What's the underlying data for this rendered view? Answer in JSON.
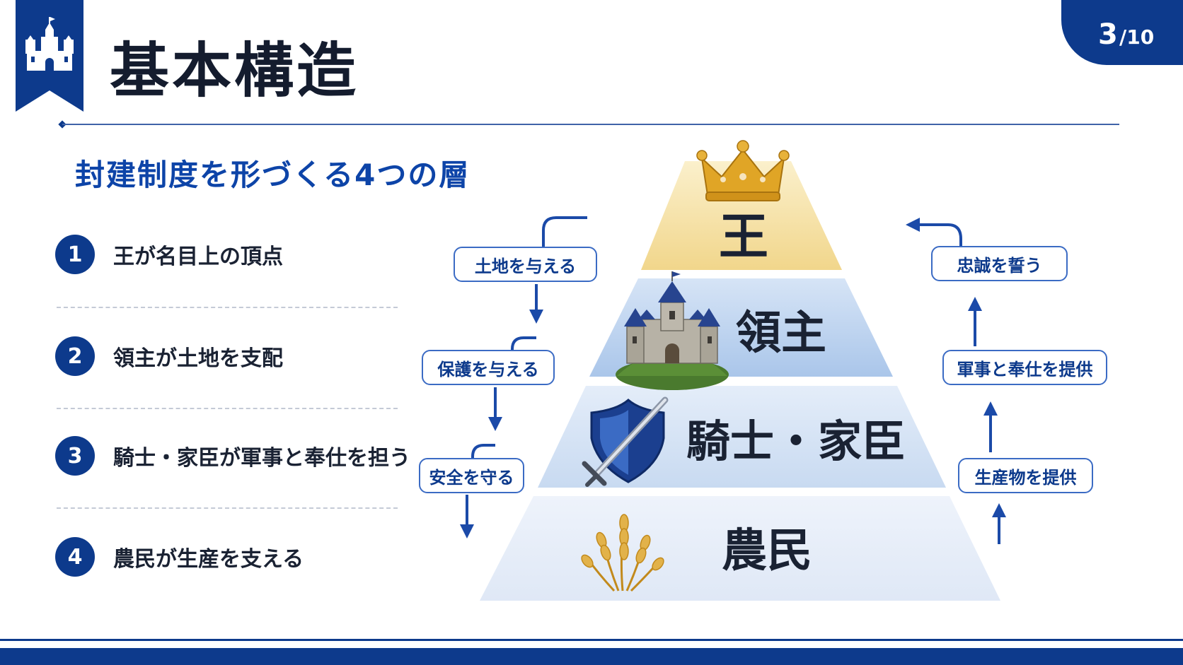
{
  "header": {
    "title": "基本構造",
    "page_number": "3",
    "page_total": "/10"
  },
  "subtitle": "封建制度を形づくる4つの層",
  "steps": [
    {
      "num": "1",
      "text": "王が名目上の頂点"
    },
    {
      "num": "2",
      "text": "領主が土地を支配"
    },
    {
      "num": "3",
      "text": "騎士・家臣が軍事と奉仕を担う"
    },
    {
      "num": "4",
      "text": "農民が生産を支える"
    }
  ],
  "pyramid": {
    "tiers": [
      {
        "label": "王",
        "icon": "crown-icon"
      },
      {
        "label": "領主",
        "icon": "castle-icon"
      },
      {
        "label": "騎士・家臣",
        "icon": "shield-sword-icon"
      },
      {
        "label": "農民",
        "icon": "wheat-icon"
      }
    ]
  },
  "flows": {
    "down": [
      "土地を与える",
      "保護を与える",
      "安全を守る"
    ],
    "up": [
      "忠誠を誓う",
      "軍事と奉仕を提供",
      "生産物を提供"
    ]
  },
  "colors": {
    "primary": "#0d3a8c",
    "accent_blue": "#0d44a8",
    "king_tier": "#f6dfa0",
    "lord_tier": "#bcd3ef",
    "knight_tier": "#d3e1f4",
    "peasant_tier": "#e6eef9"
  }
}
